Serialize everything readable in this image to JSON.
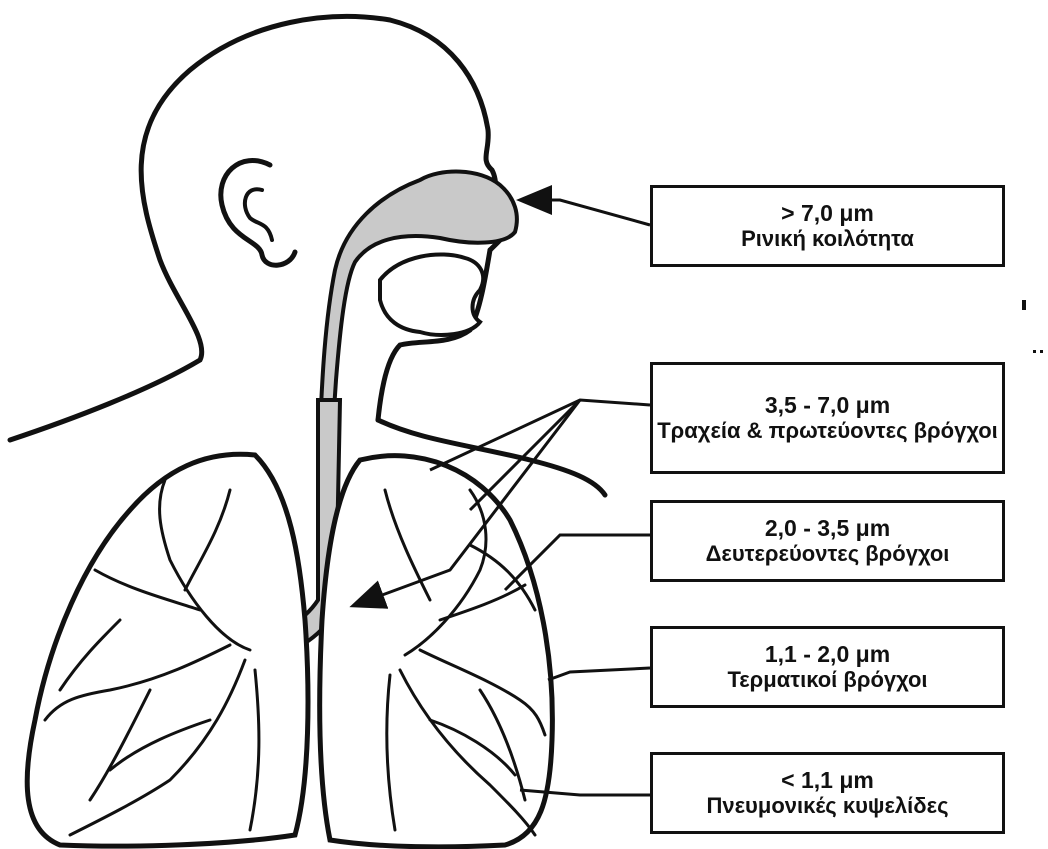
{
  "labels": {
    "nasal": {
      "size": "> 7,0 μm",
      "region": "Ρινική κοιλότητα"
    },
    "trachea": {
      "size": "3,5 - 7,0 μm",
      "region": "Τραχεία & πρωτεύοντες βρόγχοι"
    },
    "secondary": {
      "size": "2,0 - 3,5 μm",
      "region": "Δευτερεύοντες βρόγχοι"
    },
    "terminal": {
      "size": "1,1 - 2,0 μm",
      "region": "Τερματικοί βρόγχοι"
    },
    "alveoli": {
      "size": "< 1,1 μm",
      "region": "Πνευμονικές κυψελίδες"
    }
  },
  "colors": {
    "ink": "#111111",
    "airway": "#c9c9c9",
    "paper": "#ffffff"
  }
}
